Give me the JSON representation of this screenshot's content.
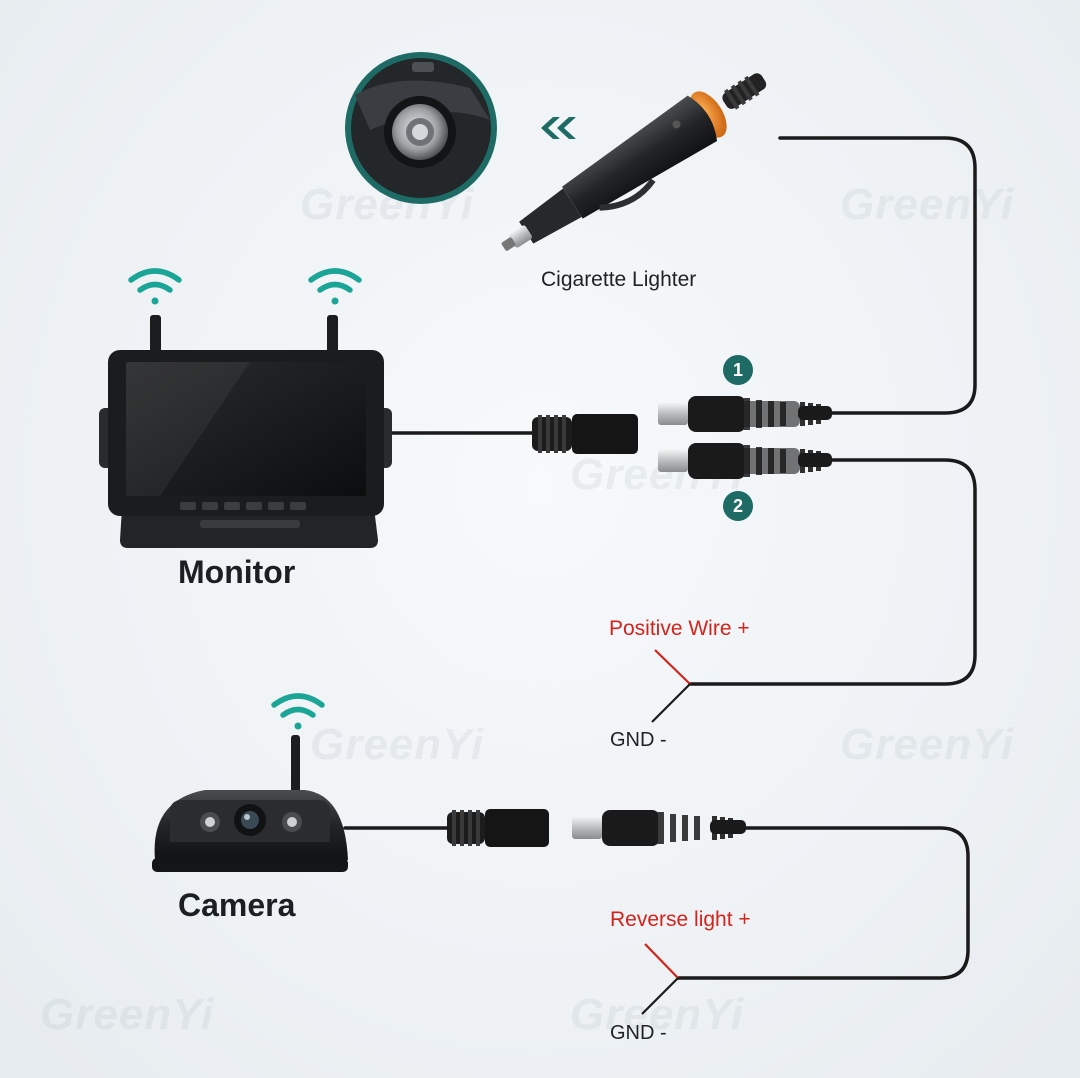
{
  "labels": {
    "cigarette_lighter": "Cigarette Lighter",
    "monitor": "Monitor",
    "camera": "Camera",
    "positive_wire": "Positive Wire +",
    "gnd_top": "GND -",
    "reverse_light": "Reverse light +",
    "gnd_bottom": "GND -"
  },
  "badges": {
    "one": "1",
    "two": "2"
  },
  "watermark": "GreenYi",
  "colors": {
    "accent_teal": "#1e6b66",
    "wifi_teal": "#1aa596",
    "wire_red": "#d3241c",
    "cable_black": "#1a1a1a",
    "lighter_tip_orange": "#e0781a"
  },
  "icons": [
    "wifi-icon",
    "double-chevron-left-icon",
    "lighter-socket-icon"
  ]
}
